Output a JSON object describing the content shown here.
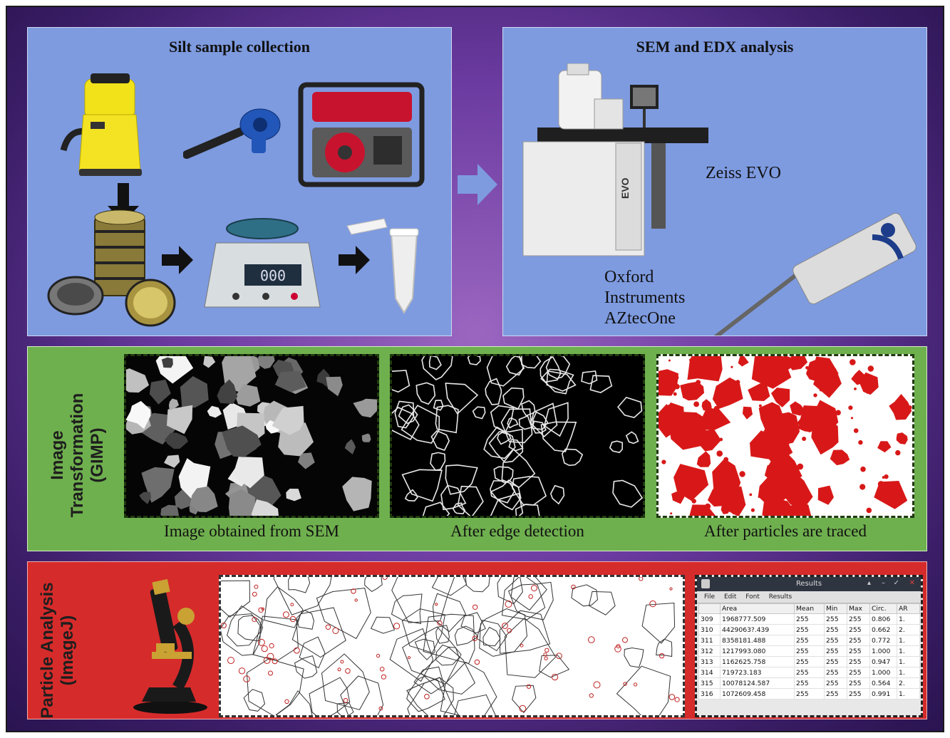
{
  "silt": {
    "title": "Silt sample collection"
  },
  "sem": {
    "title": "SEM and EDX analysis",
    "zeiss_label": "Zeiss EVO",
    "oxford_label": [
      "Oxford",
      "Instruments",
      "AZtecOne"
    ],
    "evo_badge": "EVO",
    "scale_display": "000"
  },
  "image_transformation": {
    "side_label": [
      "Image",
      "Transformation",
      "(GIMP)"
    ],
    "captions": [
      "Image obtained from SEM",
      "After edge detection",
      "After particles are traced"
    ]
  },
  "particle_analysis": {
    "side_label": [
      "Particle Analysis",
      "(ImageJ)"
    ],
    "results_window": {
      "title": "Results",
      "menu": [
        "File",
        "Edit",
        "Font",
        "Results"
      ],
      "columns": [
        "",
        "Area",
        "Mean",
        "Min",
        "Max",
        "Circ.",
        "AR"
      ],
      "rows": [
        [
          "309",
          "1968777.509",
          "255",
          "255",
          "255",
          "0.806",
          "1."
        ],
        [
          "310",
          "4429063?.439",
          "255",
          "255",
          "255",
          "0.662",
          "2."
        ],
        [
          "311",
          "8358181.488",
          "255",
          "255",
          "255",
          "0.772",
          "1."
        ],
        [
          "312",
          "1217993.080",
          "255",
          "255",
          "255",
          "1.000",
          "1."
        ],
        [
          "313",
          "1162625.758",
          "255",
          "255",
          "255",
          "0.947",
          "1."
        ],
        [
          "314",
          "719723.183",
          "255",
          "255",
          "255",
          "1.000",
          "1."
        ],
        [
          "315",
          "10078124.587",
          "255",
          "255",
          "255",
          "0.564",
          "2."
        ],
        [
          "316",
          "1072609.458",
          "255",
          "255",
          "255",
          "0.991",
          "1."
        ]
      ]
    }
  },
  "colors": {
    "blue_panel": "#7e9be0",
    "green_panel": "#6fb04e",
    "red_panel": "#d62b2b",
    "frame_purple": "#6b3aa0",
    "traced_red": "#d81818"
  }
}
